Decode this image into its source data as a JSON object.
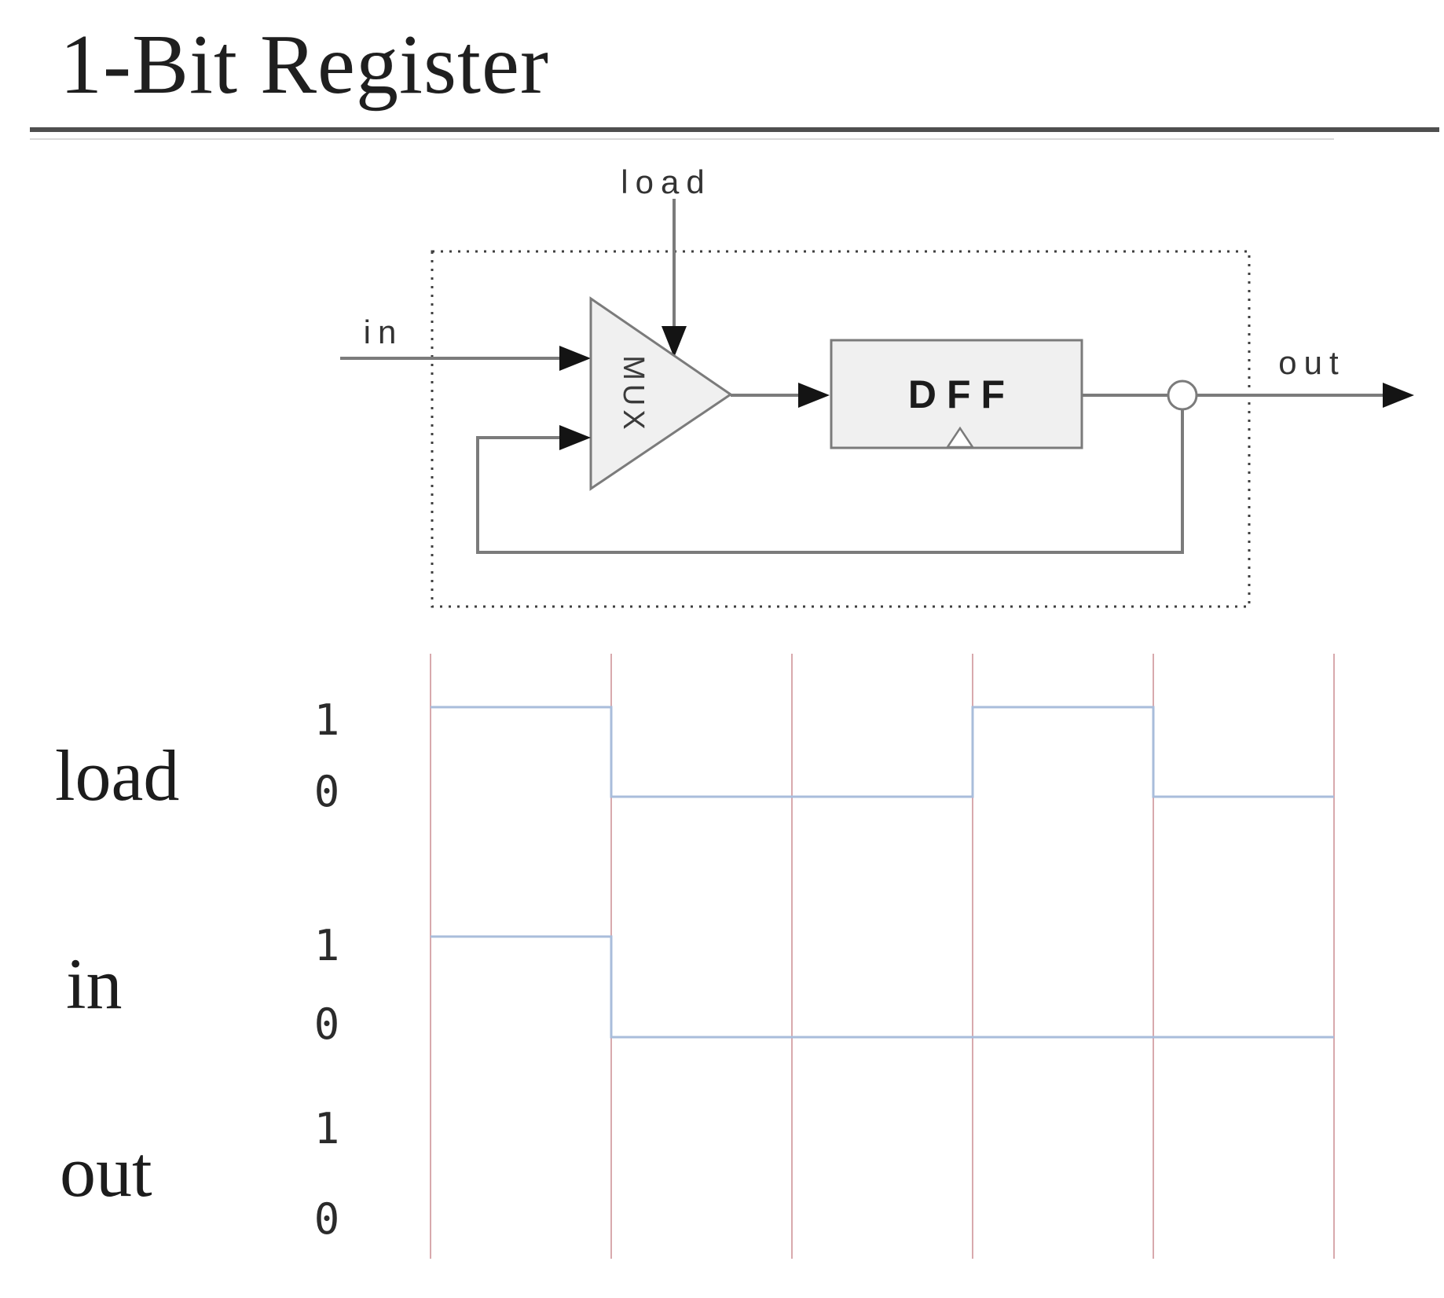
{
  "title": "1-Bit Register",
  "circuit": {
    "load_label": "load",
    "in_label": "in",
    "out_label": "out",
    "mux_label": "MUX",
    "dff_label": "DFF"
  },
  "timing": {
    "cycles": 5,
    "rows": [
      {
        "name": "load",
        "high_label": "1",
        "low_label": "0",
        "values": [
          1,
          0,
          0,
          1,
          0
        ]
      },
      {
        "name": "in",
        "high_label": "1",
        "low_label": "0",
        "values": [
          1,
          0,
          0,
          0,
          0
        ]
      },
      {
        "name": "out",
        "high_label": "1",
        "low_label": "0",
        "values": []
      }
    ],
    "colors": {
      "grid_line": "#d8a9ad",
      "waveform": "#a9bddb"
    }
  },
  "colors": {
    "circuit_stroke": "#7b7b7b",
    "shape_fill": "#f0f0f0",
    "arrow": "#141414",
    "dotted_border": "#3f3f3f",
    "text": "#1f1f1f",
    "rule": "#4f4f4f"
  }
}
